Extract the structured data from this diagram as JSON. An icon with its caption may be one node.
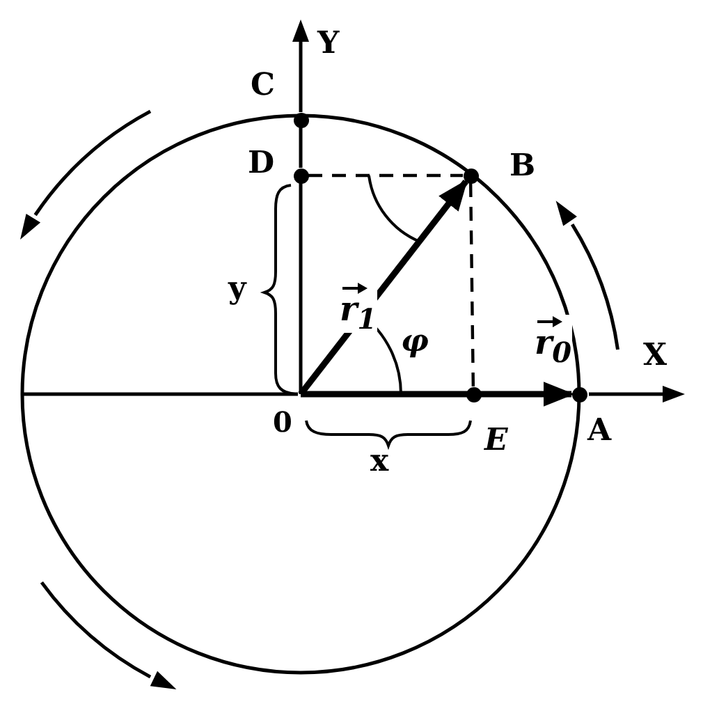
{
  "diagram": {
    "nodes": [
      {
        "text": [
          "0"
        ]
      },
      {
        "text": [],
        "shape": "circle"
      },
      {
        "text": [],
        "shape": "circle"
      },
      {
        "text": [],
        "shape": "circle"
      },
      {
        "text": [],
        "shape": "circle"
      },
      {
        "text": [],
        "shape": "circle"
      }
    ],
    "edges": [
      {
        "from": 0,
        "to": 3,
        "arrow": "to",
        "style": "thick",
        "label": "r$_{1}$"
      },
      {
        "from": 0,
        "to": 5,
        "arrow": "to",
        "style": "thick",
        "label": "r$_{0}$"
      },
      {
        "from": 2,
        "to": 3,
        "arrow": "none",
        "style": "dashed"
      },
      {
        "from": 3,
        "to": 4,
        "arrow": "none",
        "style": "dashed"
      }
    ],
    "labels": [
      "Y",
      "C",
      "D",
      "B",
      "y",
      "φ",
      "X",
      "x",
      "E",
      "A"
    ]
  }
}
